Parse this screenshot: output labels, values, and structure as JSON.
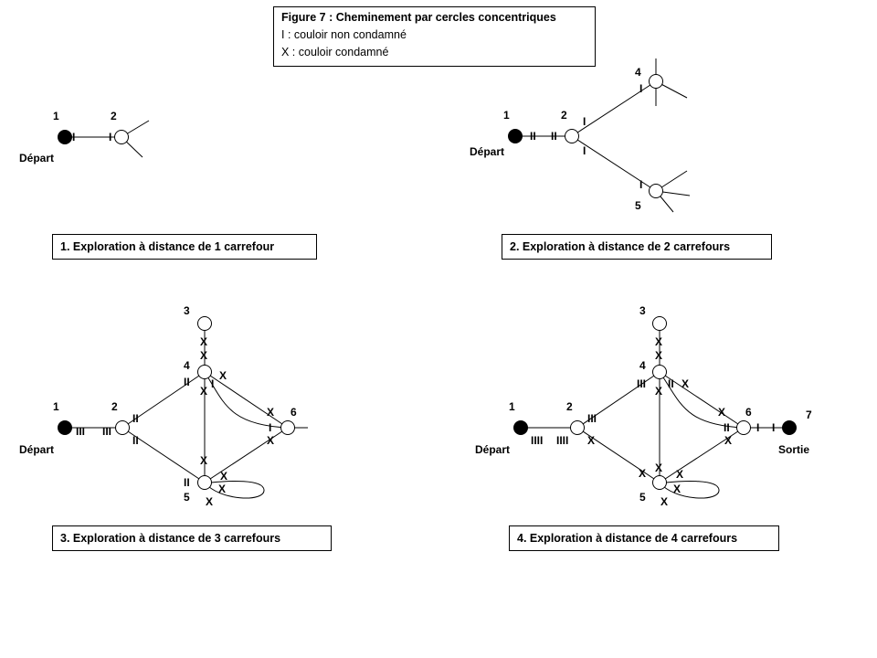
{
  "legend": {
    "title": "Figure 7 : Cheminement par cercles concentriques",
    "line1": "I : couloir non condamné",
    "line2": "X : couloir condamné"
  },
  "captions": [
    "1. Exploration à distance de 1 carrefour",
    "2. Exploration à distance de 2 carrefours",
    "3. Exploration à distance de 3 carrefours",
    "4. Exploration à distance de 4 carrefours"
  ],
  "labels": {
    "start": "Départ",
    "exit": "Sortie",
    "n1": "1",
    "n2": "2",
    "n3": "3",
    "n4": "4",
    "n5": "5",
    "n6": "6",
    "n7": "7"
  },
  "marks": {
    "I": "I",
    "II": "II",
    "III": "III",
    "IIII": "IIII",
    "X": "X"
  }
}
